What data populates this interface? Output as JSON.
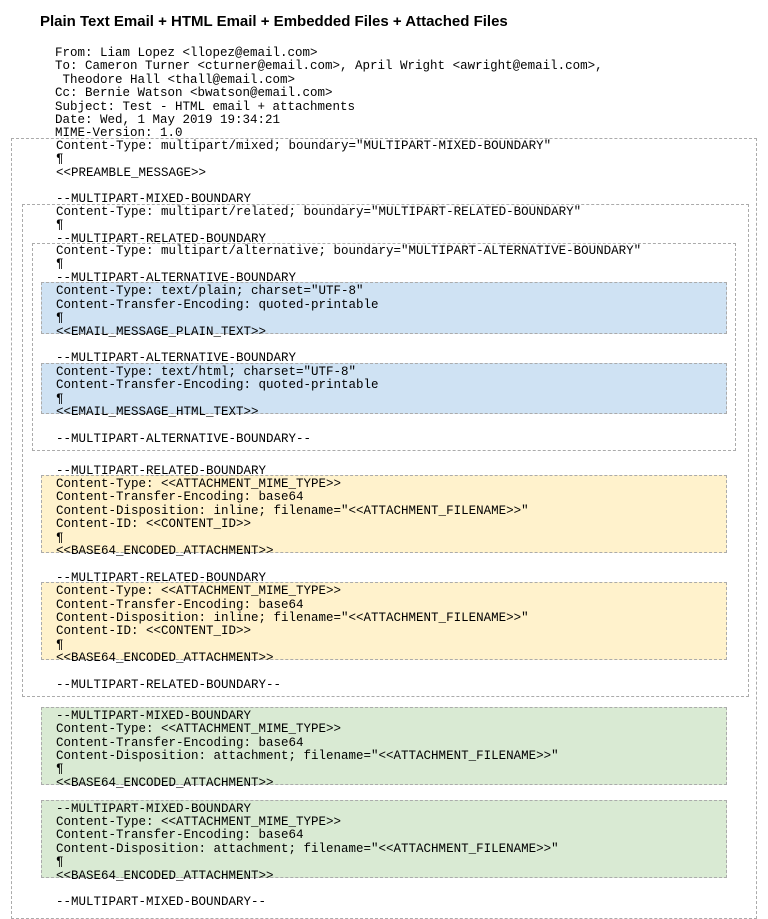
{
  "page": {
    "title": "Plain Text Email + HTML Email + Embedded Files + Attached Files"
  },
  "pilcrow": "¶",
  "email_headers": [
    "From: Liam Lopez <llopez@email.com>",
    "To: Cameron Turner <cturner@email.com>, April Wright <awright@email.com>,",
    " Theodore Hall <thall@email.com>",
    "Cc: Bernie Watson <bwatson@email.com>",
    "Subject: Test - HTML email + attachments",
    "Date: Wed, 1 May 2019 19:34:21",
    "MIME-Version: 1.0"
  ],
  "mixed_box": {
    "content_type_line": "Content-Type: multipart/mixed; boundary=\"MULTIPART-MIXED-BOUNDARY\"",
    "preamble_placeholder": "<<PREAMBLE_MESSAGE>>",
    "boundary": "--MULTIPART-MIXED-BOUNDARY",
    "closing_boundary": "--MULTIPART-MIXED-BOUNDARY--"
  },
  "related_box": {
    "content_type_line": "Content-Type: multipart/related; boundary=\"MULTIPART-RELATED-BOUNDARY\"",
    "boundary": "--MULTIPART-RELATED-BOUNDARY",
    "closing_boundary": "--MULTIPART-RELATED-BOUNDARY--"
  },
  "alternative_box": {
    "content_type_line": "Content-Type: multipart/alternative; boundary=\"MULTIPART-ALTERNATIVE-BOUNDARY\"",
    "boundary": "--MULTIPART-ALTERNATIVE-BOUNDARY",
    "closing_boundary": "--MULTIPART-ALTERNATIVE-BOUNDARY--"
  },
  "plain_text_part": {
    "lines": [
      "Content-Type: text/plain; charset=\"UTF-8\"",
      "Content-Transfer-Encoding: quoted-printable"
    ],
    "body_placeholder": "<<EMAIL_MESSAGE_PLAIN_TEXT>>"
  },
  "html_part": {
    "lines": [
      "Content-Type: text/html; charset=\"UTF-8\"",
      "Content-Transfer-Encoding: quoted-printable"
    ],
    "body_placeholder": "<<EMAIL_MESSAGE_HTML_TEXT>>"
  },
  "inline_attachment_part": {
    "lines": [
      "Content-Type: <<ATTACHMENT_MIME_TYPE>>",
      "Content-Transfer-Encoding: base64",
      "Content-Disposition: inline; filename=\"<<ATTACHMENT_FILENAME>>\"",
      "Content-ID: <<CONTENT_ID>>"
    ],
    "body_placeholder": "<<BASE64_ENCODED_ATTACHMENT>>"
  },
  "attached_file_part": {
    "lines": [
      "Content-Type: <<ATTACHMENT_MIME_TYPE>>",
      "Content-Transfer-Encoding: base64",
      "Content-Disposition: attachment; filename=\"<<ATTACHMENT_FILENAME>>\""
    ],
    "body_placeholder": "<<BASE64_ENCODED_ATTACHMENT>>"
  },
  "colors": {
    "text_part_fill": "#cfe2f3",
    "inline_attachment_fill": "#fff2cc",
    "attached_file_fill": "#d9ead3",
    "dashed_border": "#ababab"
  }
}
